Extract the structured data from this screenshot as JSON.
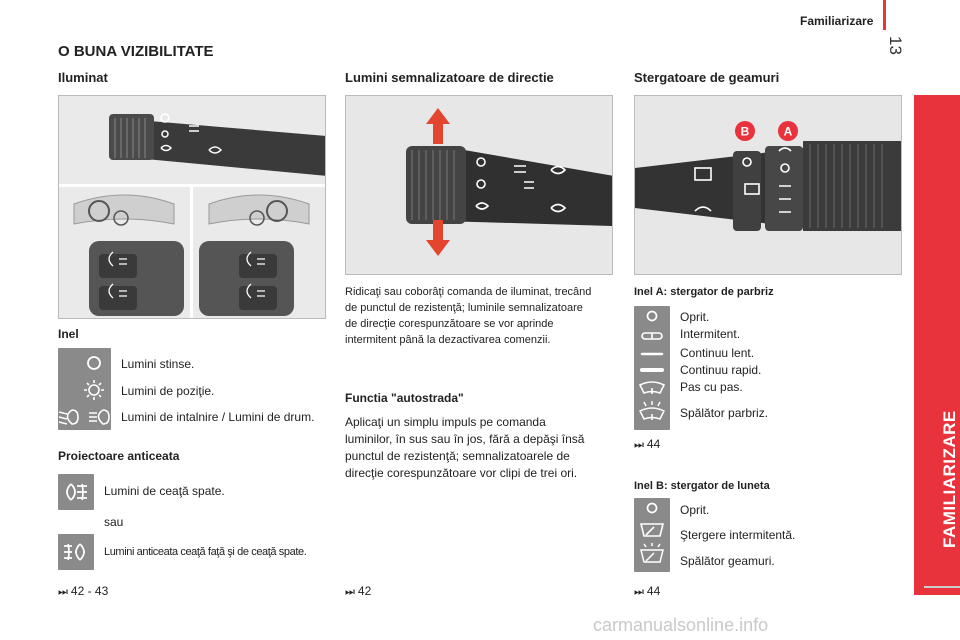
{
  "header": {
    "section": "Familiarizare",
    "page_number": "13"
  },
  "side_tab": {
    "label": "FAMILIARIZARE"
  },
  "watermark": "carmanualsonline.info",
  "page_title": "O BUNA VIZIBILITATE",
  "lighting": {
    "title": "Iluminat",
    "ring_label": "Inel",
    "ring_items": [
      "Lumini stinse.",
      "Lumini de poziţie.",
      "Lumini de intalnire / Lumini de drum."
    ],
    "fog_title": "Proiectoare anticeata",
    "fog_rear": "Lumini de ceaţă spate.",
    "fog_or": "sau",
    "fog_both": "Lumini anticeata ceaţă faţă şi de ceaţă spate.",
    "ref": "42 - 43"
  },
  "indicators": {
    "title": "Lumini semnalizatoare de directie",
    "description": [
      "Ridicaţi sau coborâţi comanda de iluminat, trecând",
      "de punctul de rezistenţă; luminile semnalizatoare",
      "de direcţie corespunzătoare se vor aprinde",
      "intermitent până la dezactivarea comenzii."
    ],
    "highway_title": "Functia \"autostrada\"",
    "highway_text": [
      "Aplicaţi un simplu impuls pe comanda",
      "luminilor, în sus sau în jos, fără a depăşi însă",
      "punctul de rezistenţă; semnalizatoarele de",
      "direcţie corespunzătoare vor clipi de trei ori."
    ],
    "ref": "42"
  },
  "wipers": {
    "title": "Stergatoare de geamuri",
    "photo_labels": [
      "B",
      "A"
    ],
    "ring_a_title": "Inel A: stergator de parbriz",
    "ring_a_items": [
      "Oprit.",
      "Intermitent.",
      "Continuu lent.",
      "Continuu rapid.",
      "Pas cu pas.",
      "Spălător parbriz."
    ],
    "ring_a_ref": "44",
    "ring_b_title": "Inel B: stergator de luneta",
    "ring_b_items": [
      "Oprit.",
      "Ştergere intermitentă.",
      "Spălător geamuri."
    ],
    "ring_b_ref": "44"
  },
  "icons": {
    "ref_arrow": "⏭",
    "names": [
      "lights-off-icon",
      "position-lights-icon",
      "low-beam-icon",
      "high-beam-icon",
      "rear-fog-icon",
      "front-rear-fog-icon",
      "wiper-off-icon",
      "wiper-intermittent-icon",
      "wiper-slow-icon",
      "wiper-fast-icon",
      "wiper-single-icon",
      "washer-icon"
    ]
  },
  "colors": {
    "accent": "#e8323c",
    "icon_bg": "#8a8a8a",
    "arrow": "#e4452e"
  }
}
